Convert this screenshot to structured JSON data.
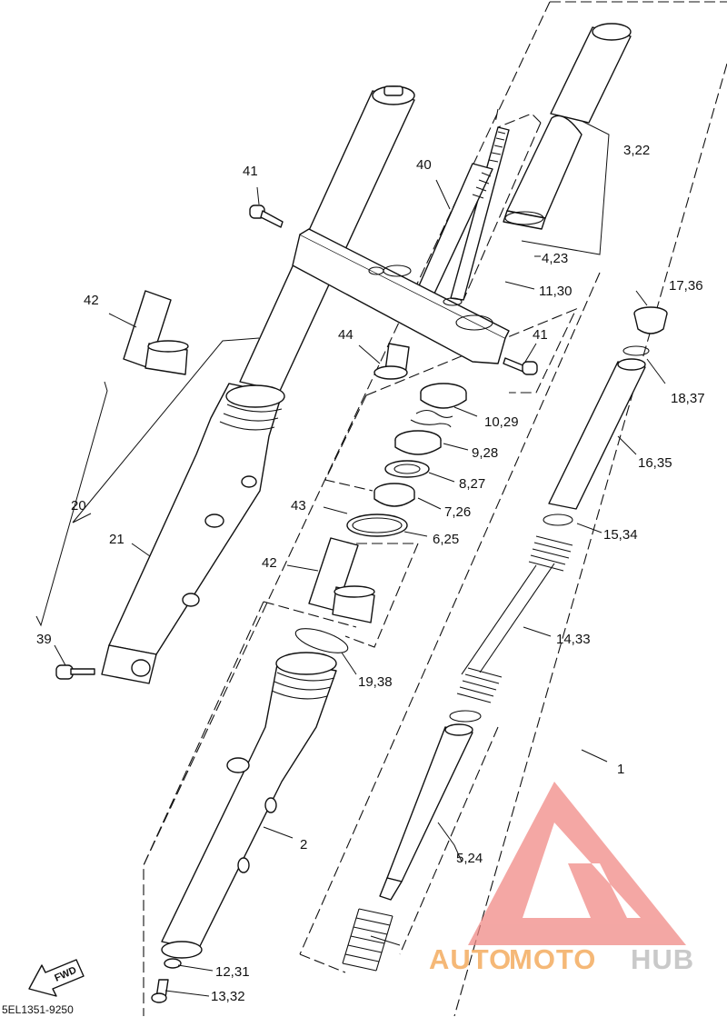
{
  "diagram": {
    "document_code": "5EL1351-9250",
    "fwd_label": "FWD",
    "watermark": {
      "part1": "AUTO",
      "part2": "MOTO",
      "part3": "HUB",
      "color_gray": "#c9c9c9",
      "color_orange": "#f2a14a",
      "color_red": "#f08a86"
    },
    "callouts": {
      "c1": "1",
      "c2": "2",
      "c3_22": "3,22",
      "c4_23": "4,23",
      "c5_24": "5,24",
      "c6_25": "6,25",
      "c7_26": "7,26",
      "c8_27": "8,27",
      "c9_28": "9,28",
      "c10_29": "10,29",
      "c11_30": "11,30",
      "c12_31": "12,31",
      "c13_32": "13,32",
      "c14_33": "14,33",
      "c15_34": "15,34",
      "c16_35": "16,35",
      "c17_36": "17,36",
      "c18_37": "18,37",
      "c19_38": "19,38",
      "c20": "20",
      "c21": "21",
      "c39": "39",
      "c40": "40",
      "c41a": "41",
      "c41b": "41",
      "c42a": "42",
      "c42b": "42",
      "c43": "43",
      "c44": "44"
    }
  }
}
